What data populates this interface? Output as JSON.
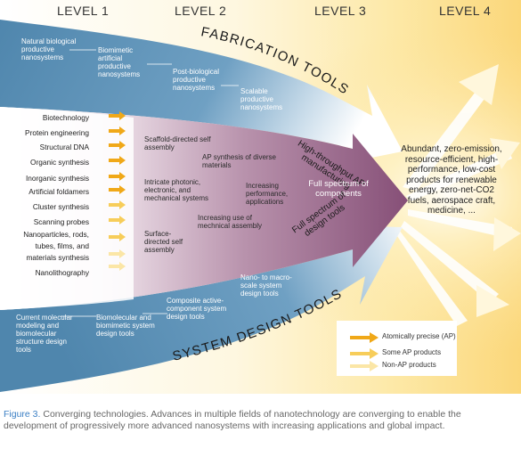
{
  "levels": [
    "LEVEL 1",
    "LEVEL 2",
    "LEVEL 3",
    "LEVEL 4"
  ],
  "fabrication": {
    "title": "FABRICATION TOOLS",
    "items": [
      "Natural biological productive nanosystems",
      "Biomimetic artificial productive nanosystems",
      "Post-biological productive nanosystems",
      "Scalable productive nanosystems"
    ],
    "endpoint": "High-throughput AP manufacturing"
  },
  "design": {
    "title": "SYSTEM DESIGN TOOLS",
    "items": [
      "Current molecular modeling and biomolecular structure design tools",
      "Biomolecular and biomimetic system design tools",
      "Composite active-component system design tools",
      "Nano- to macro-scale system design tools"
    ],
    "endpoint": "Full spectrum of design tools"
  },
  "fields": [
    "Biotechnology",
    "Protein engineering",
    "Structural DNA",
    "Organic synthesis",
    "Inorganic synthesis",
    "Artificial foldamers",
    "Cluster synthesis",
    "Scanning probes",
    "Nanoparticles, rods,",
    "tubes, films, and",
    "materials synthesis",
    "Nanolithography"
  ],
  "components": {
    "items": [
      "Scaffold-directed self assembly",
      "AP synthesis of diverse materials",
      "Intricate photonic, electronic, and mechanical systems",
      "Increasing performance, applications",
      "Increasing use of mechnical assembly",
      "Surface-directed self assembly"
    ],
    "endpoint": "Full spectrum of components"
  },
  "outcome": "Abundant, zero-emission, resource-efficient, high-performance, low-cost products for renewable energy, zero-net-CO2 fuels, aerospace craft, medicine, ...",
  "legend": [
    "Atomically precise (AP)",
    "Some AP products",
    "Non-AP products"
  ],
  "caption": {
    "label": "Figure 3.",
    "text": "Converging technologies. Advances in multiple fields of nanotechnology are converging to enable the development of progressively more advanced nanosystems with increasing applications and global impact."
  },
  "colors": {
    "ap": "#f0a818",
    "some_ap": "#f7cd5a",
    "non_ap": "#fbe6a6",
    "tools_blue": "#5f93b8",
    "components_mauve": "#8e5b7e",
    "background_yellow": "#fbd77a"
  }
}
